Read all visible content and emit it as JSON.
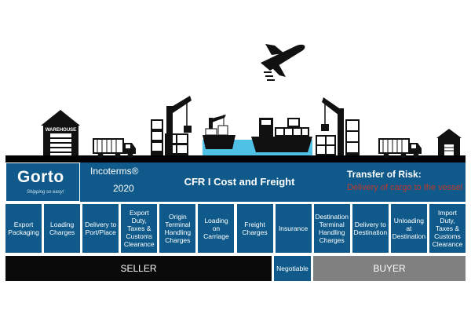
{
  "brand": {
    "name": "Gorto",
    "tagline": "Shipping so easy!"
  },
  "scene": {
    "warehouse_label": "WAREHOUSE"
  },
  "header": {
    "incoterms_line1": "Incoterms®",
    "incoterms_line2": "2020",
    "title": "CFR I Cost and Freight",
    "risk_title": "Transfer of Risk:",
    "risk_detail": "Delivery of cargo to the vessel"
  },
  "stages": [
    "Export\nPackaging",
    "Loading\nCharges",
    "Delivery to\nPort/Place",
    "Export Duty,\nTaxes &\nCustoms\nClearance",
    "Origin\nTerminal\nHandling\nCharges",
    "Loading\non\nCarriage",
    "Freight\nCharges",
    "Insurance",
    "Destination\nTerminal\nHandling\nCharges",
    "Delivery to\nDestination",
    "Unloading at\nDestination",
    "Import Duty,\nTaxes &\nCustoms\nClearance"
  ],
  "parties": {
    "seller": "SELLER",
    "negotiable": "Negotiable",
    "buyer": "BUYER"
  },
  "colors": {
    "header_blue": "#0f5a8a",
    "seller": "#0a0a0a",
    "buyer": "#808080",
    "risk_text": "#c0392b",
    "sea": "#4fc1e6"
  }
}
